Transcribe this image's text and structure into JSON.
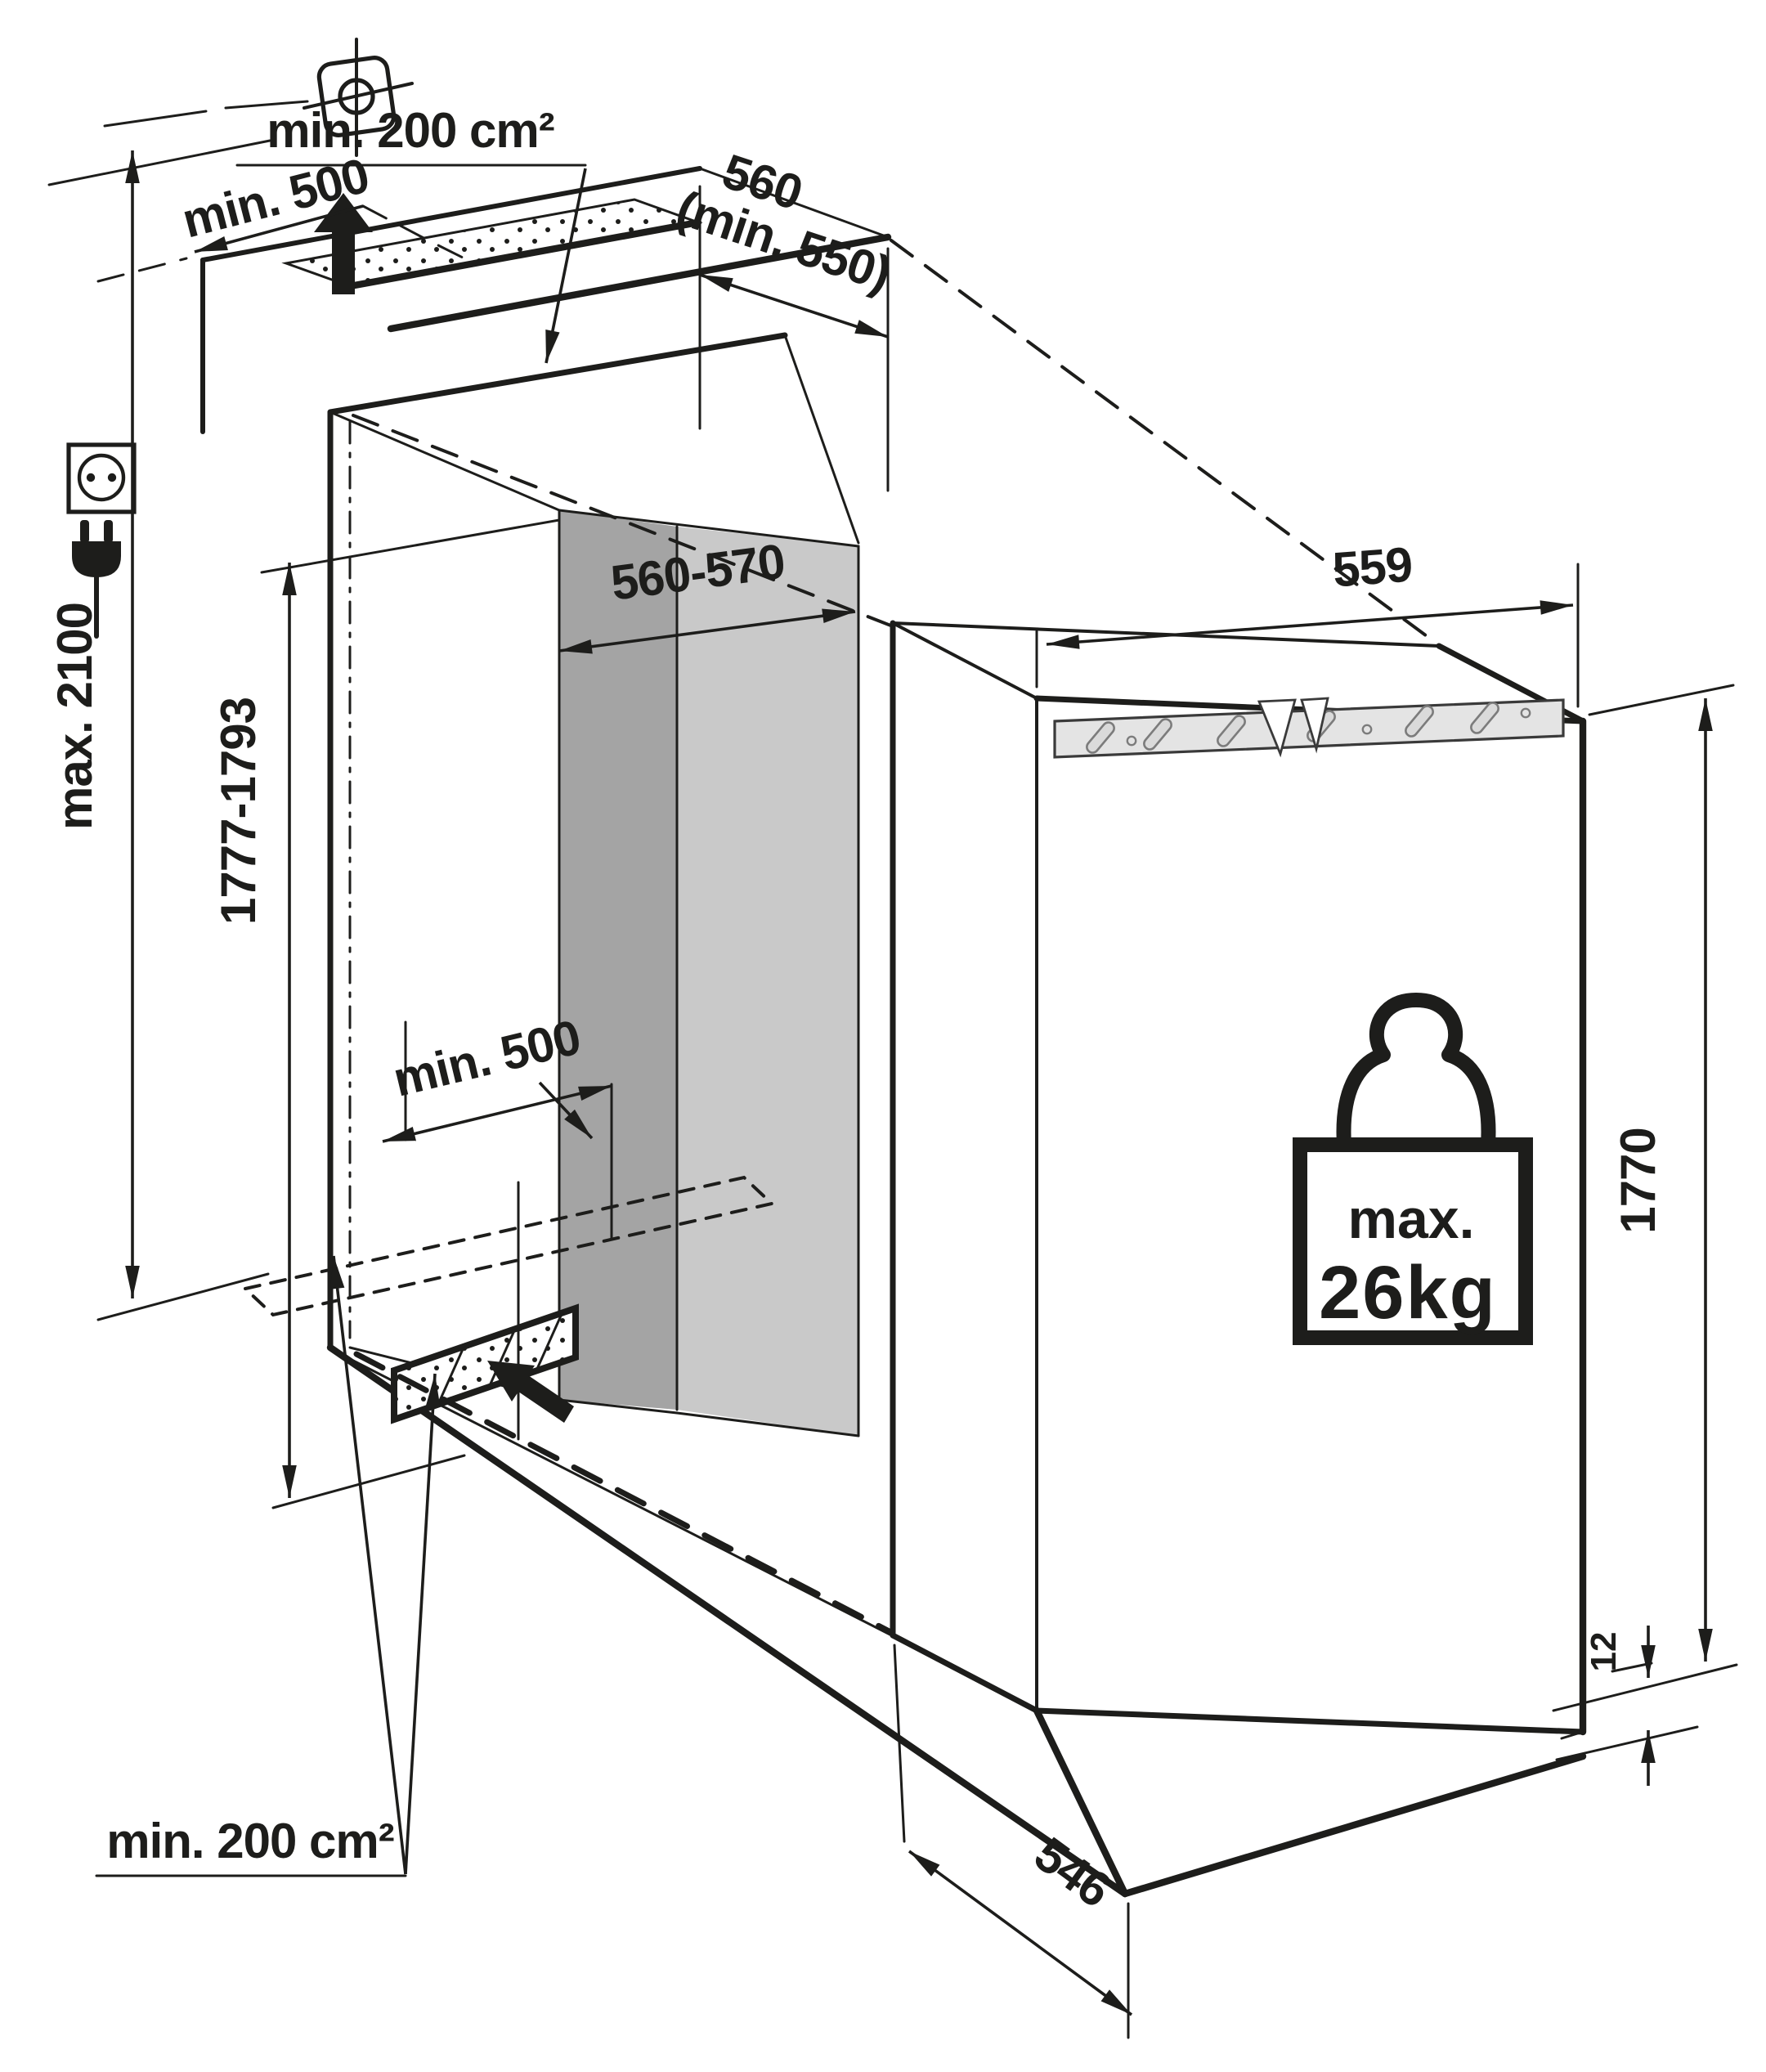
{
  "dims": {
    "top_vent_area": "min. 200 cm²",
    "rear_clearance_top": "min. 500",
    "top_depth_value": "560",
    "top_depth_min": "(min. 550)",
    "max_ceiling": "max. 2100",
    "niche_width": "560-570",
    "niche_height": "1777-1793",
    "base_clearance": "min. 500",
    "bottom_vent_area": "min. 200 cm²",
    "appliance_width": "559",
    "appliance_height": "1770",
    "bottom_gap": "12",
    "appliance_depth": "546"
  },
  "weight_limit": {
    "prefix": "max.",
    "value": "26kg"
  },
  "icons": {
    "crosshair": "ceiling-fixing-point-icon",
    "socket": "power-socket-icon",
    "plug": "power-plug-icon",
    "weight": "weight-limit-icon",
    "up_arrow": "airflow-up-icon",
    "inlet_arrow": "airflow-inlet-icon"
  },
  "colors": {
    "line": "#1d1d1b",
    "niche_side_wall": "#a4a4a4",
    "niche_back_wall": "#c9c9c9",
    "bracket": "#e4e4e4"
  }
}
